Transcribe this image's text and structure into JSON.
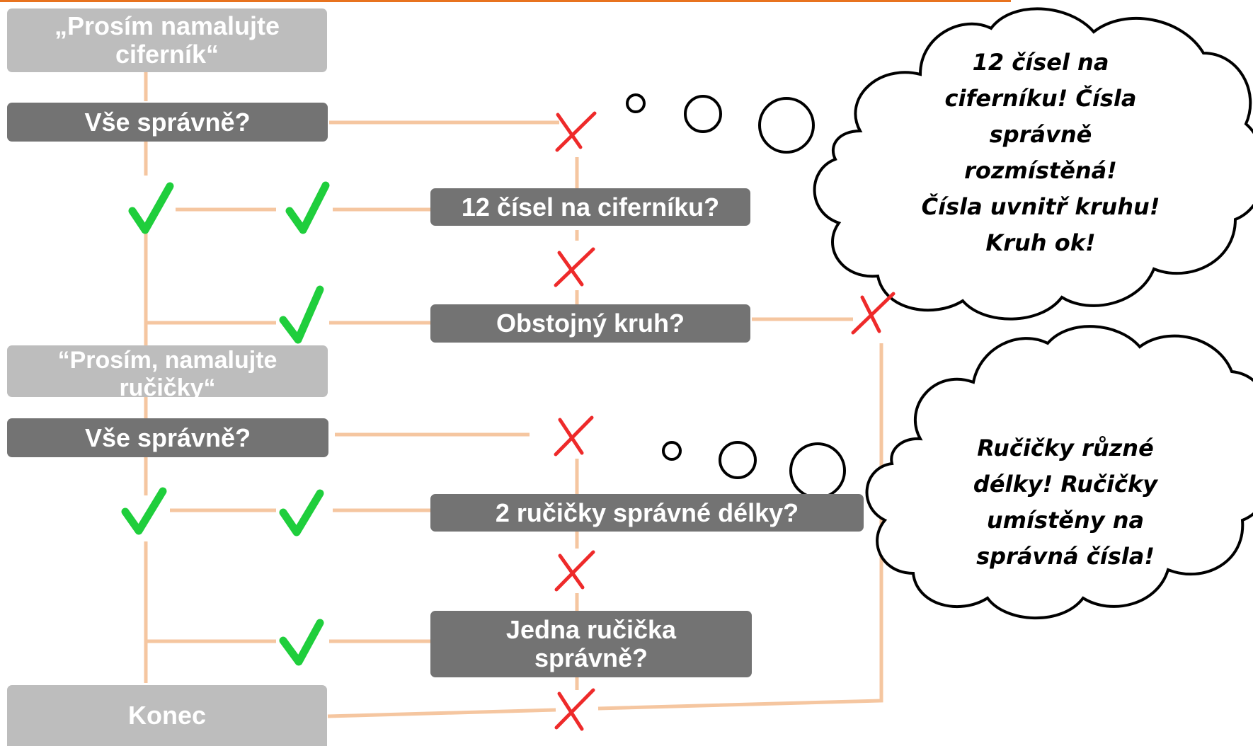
{
  "nodes": {
    "start_clock": "„Prosím namalujte ciferník“",
    "all_correct_1": "Vše správně?",
    "twelve_numbers": "12 čísel na ciferníku?",
    "decent_circle": "Obstojný kruh?",
    "start_hands": "“Prosím, namalujte ručičky“",
    "all_correct_2": "Vše správně?",
    "two_hands_length": "2 ručičky správné délky?",
    "one_hand_correct": "Jedna ručička správně?",
    "end": "Konec"
  },
  "clouds": {
    "clock_feedback": [
      "12  čísel na",
      "ciferníku! Čísla",
      "správně",
      "rozmístěná!",
      "Čísla uvnitř kruhu!",
      "Kruh ok!"
    ],
    "hands_feedback": [
      "Ručičky různé",
      "délky! Ručičky",
      "umístěny na",
      "správná čísla!"
    ]
  },
  "colors": {
    "connector": "#f5c6a0",
    "check": "#1fce3c",
    "cross": "#ee2a2a",
    "dark_box": "#737373",
    "light_box": "#bdbdbd",
    "top_bar": "#e8731f"
  }
}
